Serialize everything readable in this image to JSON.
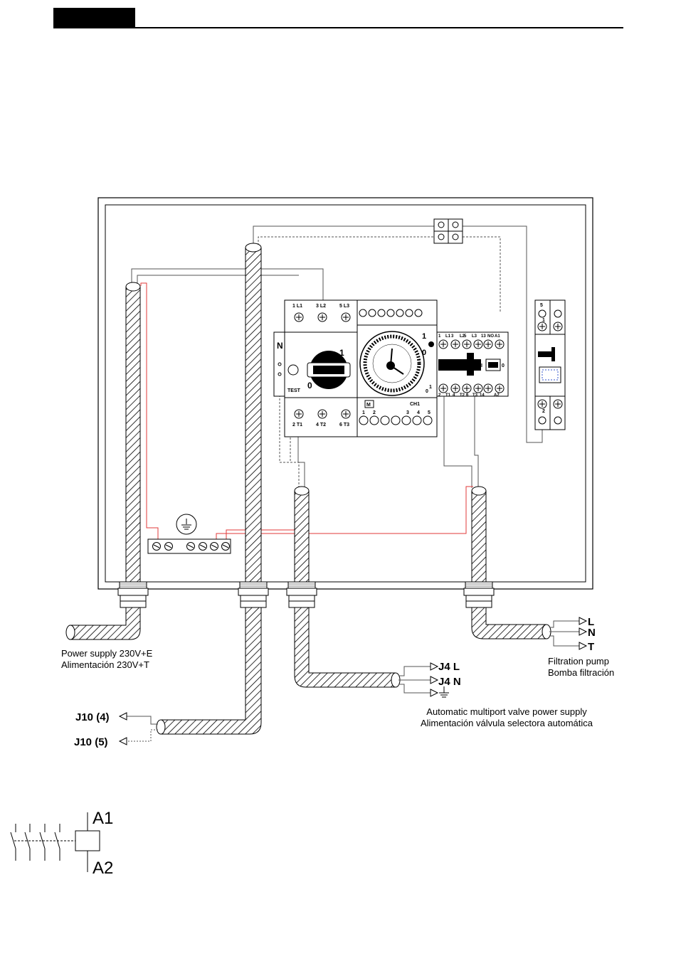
{
  "breakers": {
    "top_labels": [
      "1 L1",
      "3 L2",
      "5 L3"
    ],
    "bottom_labels": [
      "2 T1",
      "4 T2",
      "6 T3"
    ],
    "n_label": "N",
    "test_label": "TEST",
    "knob_on": "1",
    "knob_off": "0"
  },
  "timer": {
    "on_label": "1",
    "off_label": "0",
    "motor_label": "M",
    "ch_label": "CH1",
    "terminals": [
      "1",
      "2",
      "3",
      "4",
      "5"
    ]
  },
  "contactor": {
    "top_labels": [
      "1",
      "L1",
      "3",
      "L2",
      "5",
      "L3",
      "13",
      "NO",
      "A1"
    ],
    "bottom_labels": [
      "2",
      "T1",
      "4",
      "T2",
      "6",
      "T3",
      "14",
      "A2"
    ],
    "handle_on": "I",
    "handle_off": "0"
  },
  "switch": {
    "top_label": "5",
    "mid_label": "1",
    "bottom_label": "2"
  },
  "power": {
    "line1": "Power supply 230V+E",
    "line2": "Alimentación 230V+T"
  },
  "j10": {
    "a": "J10 (4)",
    "b": "J10 (5)"
  },
  "valve": {
    "j4l": "J4 L",
    "j4n": "J4 N",
    "line1": "Automatic multiport valve power supply",
    "line2": "Alimentación válvula selectora automática"
  },
  "pump": {
    "l": "L",
    "n": "N",
    "t": "T",
    "line1": "Filtration pump",
    "line2": "Bomba filtración"
  },
  "coil": {
    "a1": "A1",
    "a2": "A2"
  }
}
